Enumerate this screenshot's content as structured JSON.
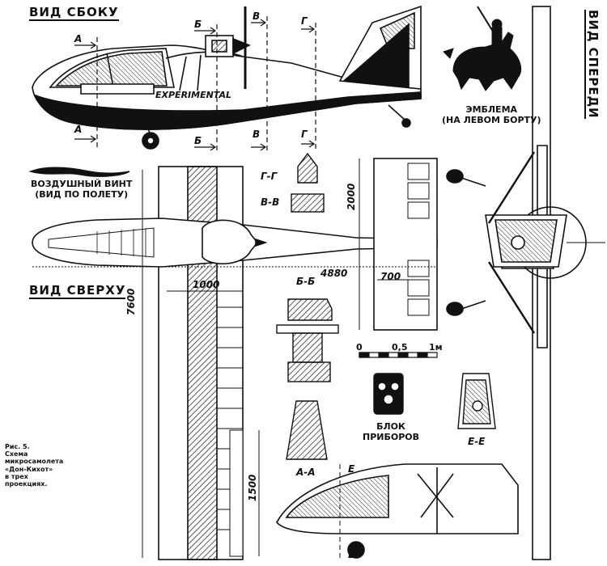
{
  "titles": {
    "side": "ВИД СБОКУ",
    "top": "ВИД СВЕРХУ",
    "front": "ВИД СПЕРЕДИ"
  },
  "fuselage_text": "EXPERIMENTAL",
  "emblem_label": "ЭМБЛЕМА\n(НА ЛЕВОМ БОРТУ)",
  "propeller_label": "ВОЗДУШНЫЙ ВИНТ\n(ВИД ПО ПОЛЕТУ)",
  "panel_label": "БЛОК\nПРИБОРОВ",
  "caption": "Рис. 5.\nСхема\nмикросамолета\n«Дон-Кихот»\nв трех\nпроекциях.",
  "sections": {
    "a": "А",
    "b": "Б",
    "v": "В",
    "g": "Г",
    "e": "Е",
    "gg": "Г-Г",
    "vv": "В-В",
    "bb": "Б-Б",
    "aa": "А-А",
    "ee": "Е-Е"
  },
  "dimensions": {
    "span": "7600",
    "length": "4880",
    "chord": "1000",
    "tail_span": "2000",
    "tail_chord": "700",
    "aileron": "1500"
  },
  "scale": {
    "zero": "0",
    "half": "0,5",
    "one": "1м"
  },
  "colors": {
    "ink": "#111111",
    "paper": "#ffffff"
  }
}
